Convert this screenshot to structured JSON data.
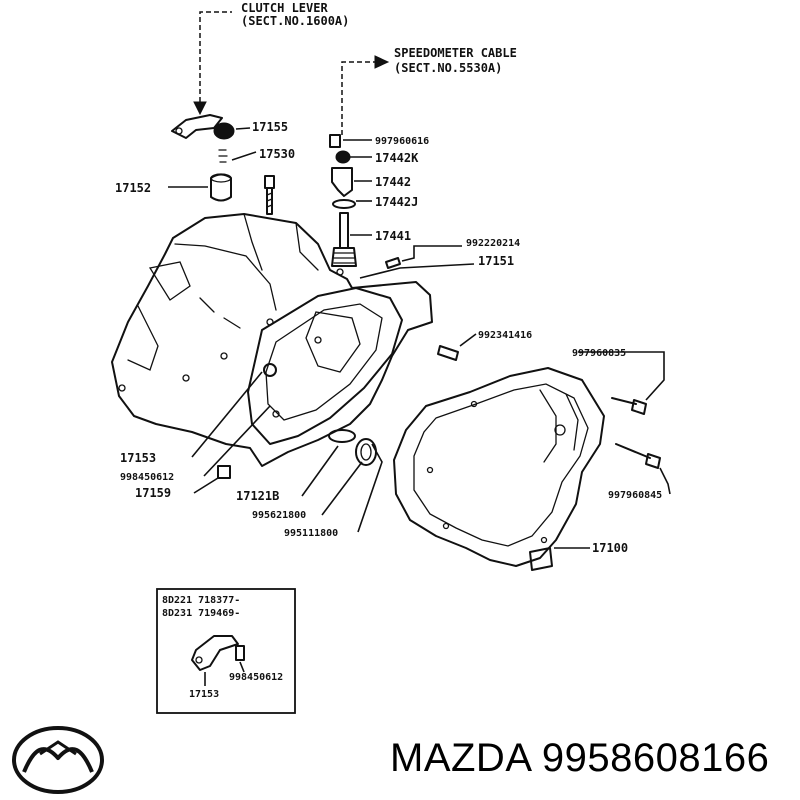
{
  "callouts": {
    "clutch_lever_line1": "CLUTCH LEVER",
    "clutch_lever_line2": "(SECT.NO.1600A)",
    "speedo_line1": "SPEEDOMETER CABLE",
    "speedo_line2": "(SECT.NO.5530A)"
  },
  "parts": {
    "p17155": "17155",
    "p17530": "17530",
    "p17152": "17152",
    "p997960616": "997960616",
    "p17442k": "17442K",
    "p17442": "17442",
    "p17442j": "17442J",
    "p17441": "17441",
    "p992220214": "992220214",
    "p17151": "17151",
    "p992341416": "992341416",
    "p997960835": "997960835",
    "p17153": "17153",
    "p998450612": "998450612",
    "p17159": "17159",
    "p17121b": "17121B",
    "p995621800": "995621800",
    "p995111800": "995111800",
    "p997960845": "997960845",
    "p17100": "17100"
  },
  "inset": {
    "row1": "8D221  718377-",
    "row2": "8D231  719469-",
    "part_a": "998450612",
    "part_b": "17153"
  },
  "brand": {
    "logo": "mazda-logo",
    "text": "MAZDA 9958608166"
  }
}
